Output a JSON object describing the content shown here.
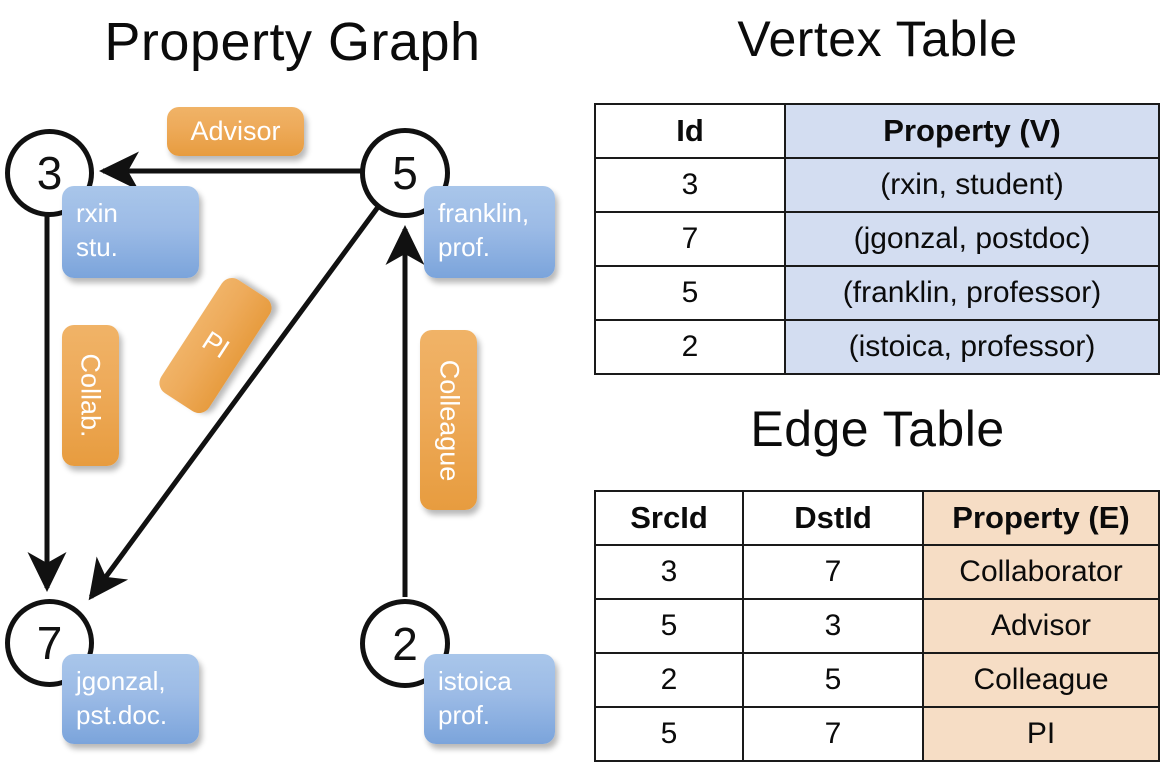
{
  "titles": {
    "property_graph": "Property Graph",
    "vertex_table": "Vertex Table",
    "edge_table": "Edge Table"
  },
  "graph": {
    "nodes": [
      {
        "id": "3",
        "label": "rxin\nstu.",
        "label_line1": "rxin",
        "label_line2": "stu."
      },
      {
        "id": "5",
        "label": "franklin, prof.",
        "label_line1": "franklin,",
        "label_line2": "prof."
      },
      {
        "id": "7",
        "label": "jgonzal, pst.doc.",
        "label_line1": "jgonzal,",
        "label_line2": "pst.doc."
      },
      {
        "id": "2",
        "label": "istoica prof.",
        "label_line1": "istoica",
        "label_line2": "prof."
      }
    ],
    "edge_labels": [
      {
        "name": "advisor",
        "text": "Advisor"
      },
      {
        "name": "collab",
        "text": "Collab."
      },
      {
        "name": "pi",
        "text": "PI"
      },
      {
        "name": "colleague",
        "text": "Colleague"
      }
    ],
    "edges": [
      {
        "from": "5",
        "to": "3",
        "label": "Advisor"
      },
      {
        "from": "3",
        "to": "7",
        "label": "Collab."
      },
      {
        "from": "5",
        "to": "7",
        "label": "PI"
      },
      {
        "from": "2",
        "to": "5",
        "label": "Colleague"
      }
    ]
  },
  "vertex_table": {
    "headers": [
      "Id",
      "Property (V)"
    ],
    "rows": [
      {
        "id": "3",
        "property": "(rxin, student)"
      },
      {
        "id": "7",
        "property": "(jgonzal, postdoc)"
      },
      {
        "id": "5",
        "property": "(franklin, professor)"
      },
      {
        "id": "2",
        "property": "(istoica, professor)"
      }
    ]
  },
  "edge_table": {
    "headers": [
      "SrcId",
      "DstId",
      "Property (E)"
    ],
    "rows": [
      {
        "src": "3",
        "dst": "7",
        "property": "Collaborator"
      },
      {
        "src": "5",
        "dst": "3",
        "property": "Advisor"
      },
      {
        "src": "2",
        "dst": "5",
        "property": "Colleague"
      },
      {
        "src": "5",
        "dst": "7",
        "property": "PI"
      }
    ]
  },
  "colors": {
    "vertex_label_fill": "#9cbbe6",
    "edge_label_fill": "#eeab5b",
    "vertex_table_property_fill": "#d3ddf1",
    "edge_table_property_fill": "#f6ddc5",
    "stroke": "#111111",
    "background": "#ffffff"
  }
}
